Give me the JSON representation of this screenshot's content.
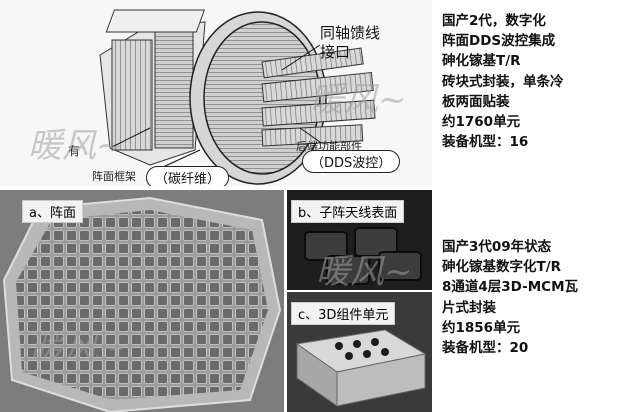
{
  "top_figure": {
    "callout_coax": [
      "同轴馈线",
      "接口"
    ],
    "label_array_frame": "阵面框架",
    "label_partial": "有",
    "label_backend": "后端功能部件",
    "label_carbon": "（碳纤维）",
    "label_dds": "（DDS波控）"
  },
  "bottom_figure": {
    "label_a": "a、阵面",
    "label_b": "b、子阵天线表面",
    "label_c": "c、3D组件单元"
  },
  "watermark": "暖风~",
  "spec_gen2": [
    "国产2代，数字化",
    "阵面DDS波控集成",
    "砷化镓基T/R",
    "砖块式封装，单条冷",
    "板两面贴装",
    "约1760单元",
    "装备机型：16"
  ],
  "spec_gen3": [
    "国产3代09年状态",
    "砷化镓基数字化T/R",
    "8通道4层3D-MCM瓦",
    "片式封装",
    "约1856单元",
    "装备机型：20"
  ]
}
